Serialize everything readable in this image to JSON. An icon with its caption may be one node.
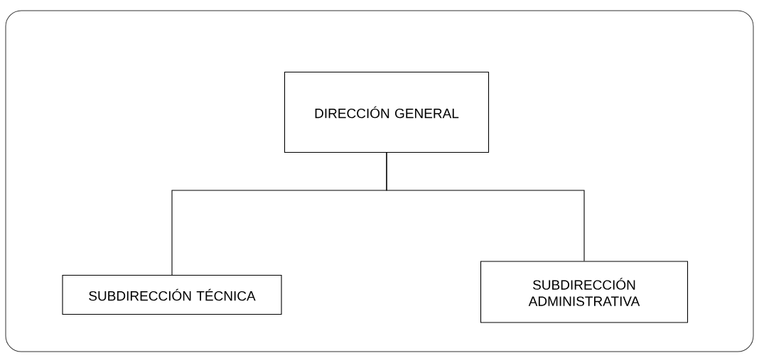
{
  "diagram": {
    "nodes": [
      {
        "text": [
          "DIRECCIÓN GENERAL"
        ]
      },
      {
        "text": [
          "SUBDIRECCIÓN TÉCNICA"
        ]
      },
      {
        "text": [
          "SUBDIRECCIÓN ADMINISTRATIVA"
        ]
      }
    ],
    "edges": [
      {
        "from": 0,
        "to": 1,
        "arrow": "none"
      },
      {
        "from": 0,
        "to": 2,
        "arrow": "none"
      }
    ]
  }
}
